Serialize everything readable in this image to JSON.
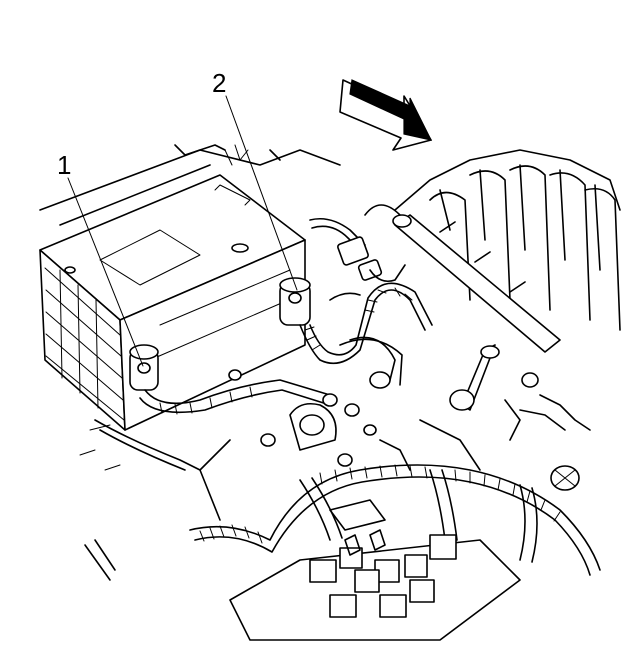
{
  "callouts": [
    {
      "id": "1",
      "label": "1"
    },
    {
      "id": "2",
      "label": "2"
    }
  ],
  "indicators": {
    "direction_arrow": "forward-arrow-icon"
  },
  "colors": {
    "line": "#000000",
    "background": "#ffffff"
  }
}
